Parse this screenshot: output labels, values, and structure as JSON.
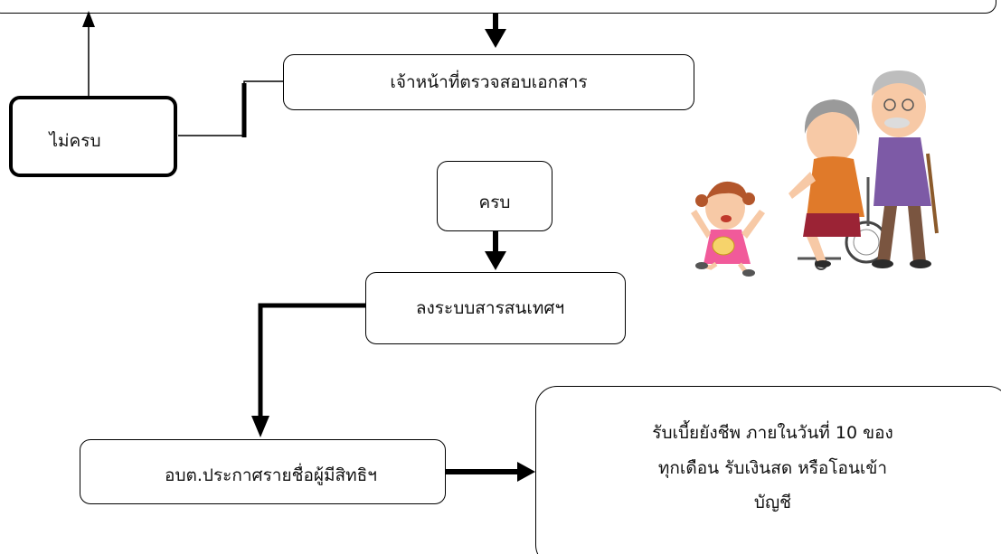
{
  "diagram": {
    "nodes": {
      "officer_check": "เจ้าหน้าที่ตรวจสอบเอกสาร",
      "incomplete": "ไม่ครบ",
      "complete": "ครบ",
      "register": "ลงระบบสารสนเทศฯ",
      "announce": "อบต.ประกาศรายชื่อผู้มีสิทธิฯ",
      "receive_lines": [
        "รับเบี้ยยังชีพ ภายในวันที่ 10 ของ",
        "ทุกเดือน รับเงินสด หรือโอนเข้า",
        "บัญชี"
      ]
    },
    "edges": [
      {
        "from": "top",
        "to": "officer_check"
      },
      {
        "from": "officer_check",
        "to": "incomplete"
      },
      {
        "from": "incomplete",
        "to": "top"
      },
      {
        "from": "complete",
        "to": "register"
      },
      {
        "from": "register",
        "to": "announce"
      },
      {
        "from": "announce",
        "to": "receive_lines"
      }
    ],
    "illustration": "elderly-family-illustration"
  }
}
